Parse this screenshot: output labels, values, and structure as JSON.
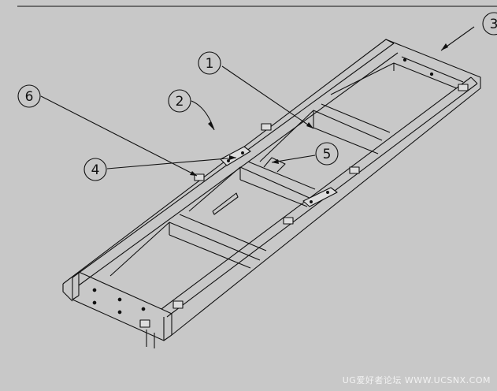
{
  "drawing": {
    "colors": {
      "background": "#c8c8c8",
      "line": "#111111",
      "watermark": "#f2f2f2"
    },
    "balloons": [
      {
        "id": "1",
        "label": "1"
      },
      {
        "id": "2",
        "label": "2"
      },
      {
        "id": "3",
        "label": "3"
      },
      {
        "id": "4",
        "label": "4"
      },
      {
        "id": "5",
        "label": "5"
      },
      {
        "id": "6",
        "label": "6"
      }
    ]
  },
  "watermark": "UG爱好者论坛 WWW.UCSNX.COM"
}
